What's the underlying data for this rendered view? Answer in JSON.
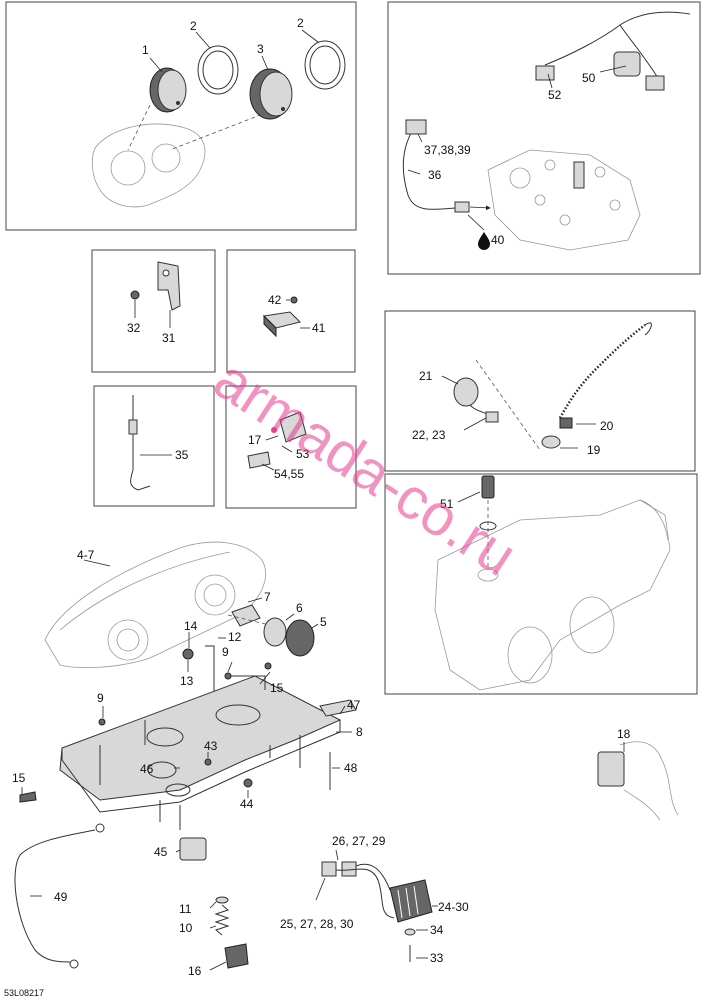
{
  "reference_code": "53L08217",
  "watermark": "armada-co.ru",
  "callouts": {
    "c1": "1",
    "c2a": "2",
    "c2b": "2",
    "c3": "3",
    "c50": "50",
    "c52": "52",
    "c37": "37,38,39",
    "c36": "36",
    "c40": "40",
    "c31": "31",
    "c32": "32",
    "c42": "42",
    "c41": "41",
    "c21": "21",
    "c2223": "22, 23",
    "c20": "20",
    "c19": "19",
    "c35": "35",
    "c17": "17",
    "c53": "53",
    "c5455": "54,55",
    "c51": "51",
    "c47h": "4-7",
    "c7": "7",
    "c6": "6",
    "c5": "5",
    "c14": "14",
    "c12": "12",
    "c13": "13",
    "c9a": "9",
    "c15a": "15",
    "c47": "47",
    "c8": "8",
    "c9b": "9",
    "c15b": "15",
    "c43": "43",
    "c46": "46",
    "c48": "48",
    "c44": "44",
    "c45": "45",
    "c49": "49",
    "c11": "11",
    "c10": "10",
    "c16": "16",
    "c18": "18",
    "c262729": "26, 27, 29",
    "c25": "25, 27, 28, 30",
    "c2430": "24-30",
    "c34": "34",
    "c33": "33"
  }
}
